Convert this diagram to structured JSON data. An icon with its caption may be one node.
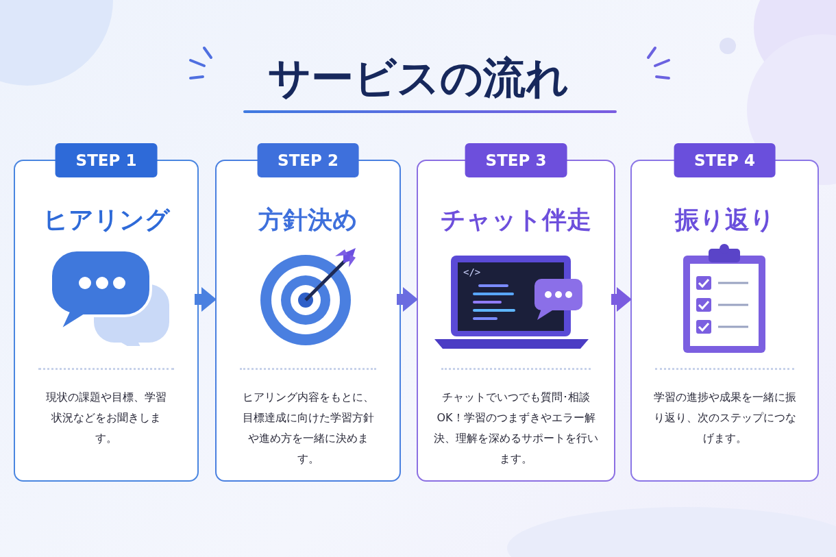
{
  "diagram": {
    "title": "サービスの流れ",
    "nodes": [
      {
        "text": [
          "STEP 1",
          "ヒアリング",
          "現状の課題や目標、学習状況などをお聞きします。"
        ]
      },
      {
        "text": [
          "STEP 2",
          "方針決め",
          "ヒアリング内容をもとに、目標達成に向けた学習方針や進め方を一緒に決めます。"
        ]
      },
      {
        "text": [
          "STEP 3",
          "チャット伴走",
          "チャットでいつでも質問･相談OK！学習のつまずきやエラー解決、理解を深めるサポートを行います。"
        ]
      },
      {
        "text": [
          "STEP 4",
          "振り返り",
          "学習の進捗や成果を一緒に振り返り、次のステップにつなげます。"
        ]
      }
    ],
    "edges": [
      {
        "from": 0,
        "to": 1,
        "arrow": "to"
      },
      {
        "from": 1,
        "to": 2,
        "arrow": "to"
      },
      {
        "from": 2,
        "to": 3,
        "arrow": "to"
      }
    ],
    "labels": [
      "</>"
    ]
  }
}
